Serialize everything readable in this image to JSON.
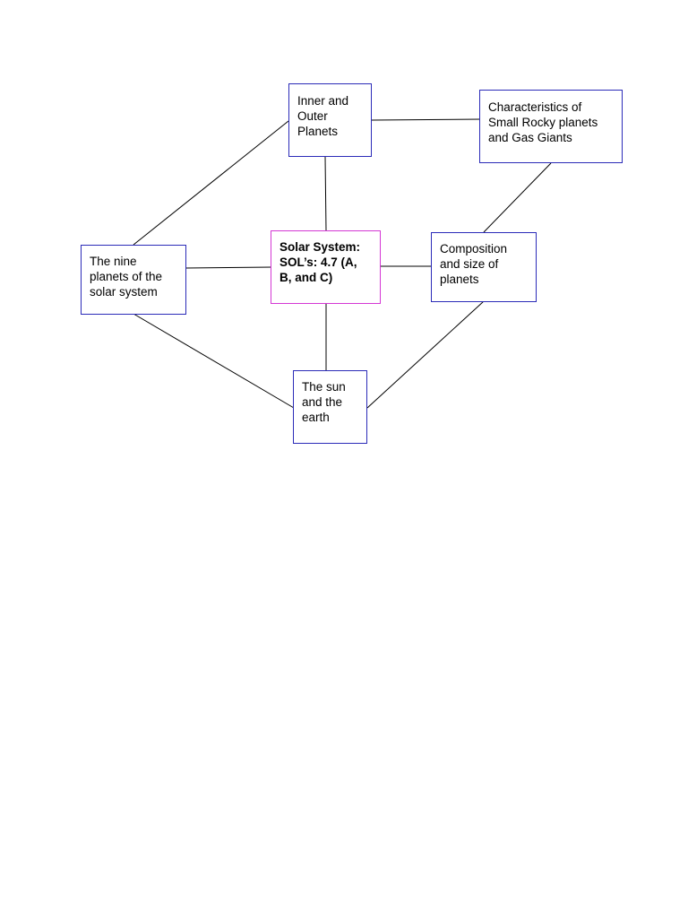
{
  "diagram": {
    "nodes": {
      "inner_outer": {
        "text": "Inner and\nOuter\nPlanets"
      },
      "characteristics": {
        "text": "Characteristics of\nSmall Rocky planets\nand Gas Giants"
      },
      "nine_planets": {
        "text": "The nine\nplanets of the\nsolar system"
      },
      "center": {
        "text": "Solar System:\nSOL’s: 4.7 (A,\nB, and C)"
      },
      "composition": {
        "text": "Composition\nand size of\nplanets"
      },
      "sun_earth": {
        "text": "The sun\nand the\nearth"
      }
    },
    "colors": {
      "box_border": "#2b2bb8",
      "center_border": "#d437d4",
      "line": "#000000"
    }
  }
}
